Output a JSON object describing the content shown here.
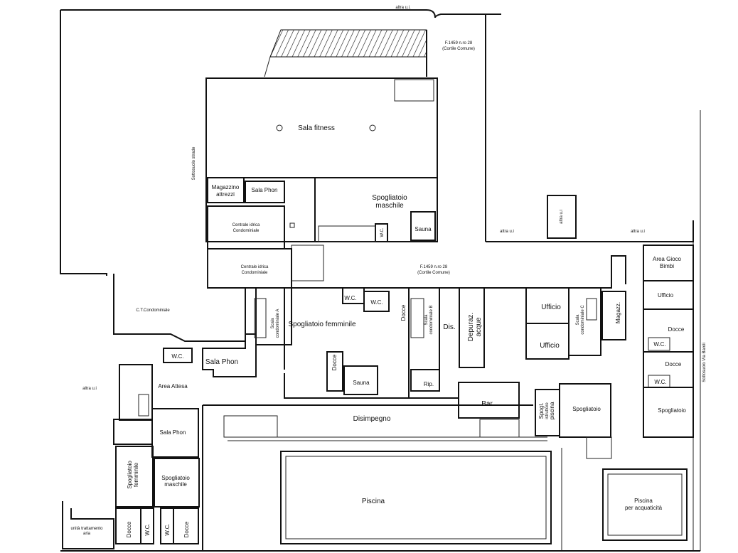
{
  "plan": {
    "labels": {
      "altra_top": "altra u.i.",
      "cortile_top_1": "F.1459 n.ro 28",
      "cortile_top_2": "(Cortile Comune)",
      "sala_fitness": "Sala fitness",
      "sottosuolo_strade": "Sottosuolo strade",
      "magazzino_1": "Magazzino",
      "magazzino_2": "attrezzi",
      "sala_phon_top": "Sala Phon",
      "spogliatoio_maschile_top_1": "Spogliatoio",
      "spogliatoio_maschile_top_2": "maschile",
      "sauna_top": "Sauna",
      "wc_top": "W.C.",
      "centrale_idrica_1a": "Centrale idrica",
      "centrale_idrica_1b": "Condominiale",
      "centrale_idrica_2a": "Centrale idrica",
      "centrale_idrica_2b": "Condominiale",
      "altra_mid_1": "altra u.i",
      "altra_mid_2": "altra u.i",
      "altra_mid_3": "altra u.i",
      "cortile_mid_1": "F.1459 n.ro 28",
      "cortile_mid_2": "(Cortile Comune)",
      "ct_condominiale": "C.T.Condominiale",
      "wc_a": "W.C.",
      "sala_phon_mid": "Sala Phon",
      "scala_a_1": "Scala",
      "scala_a_2": "condominiale A",
      "spogliatoio_femminile": "Spogliatoio femminile",
      "wc_b": "W.C.",
      "wc_c": "W.C.",
      "docce_a": "Docce",
      "scala_b_1": "Scala",
      "scala_b_2": "condominiale B",
      "dis": "Dis.",
      "depuraz_1": "Depuraz.",
      "depuraz_2": "acque",
      "docce_b": "Docce",
      "sauna_mid": "Sauna",
      "rip": "Rip.",
      "ufficio_1": "Ufficio",
      "ufficio_2": "Ufficio",
      "scala_c_1": "Scala",
      "scala_c_2": "condominiale C",
      "magazz": "Magazz.",
      "area_gioco_1": "Area Gioco",
      "area_gioco_2": "Bimbi",
      "ufficio_3": "Ufficio",
      "docce_c": "Docce",
      "wc_d": "W.C.",
      "docce_d": "Docce",
      "wc_e": "W.C.",
      "spogliatoio_r": "Spogliatoio",
      "spogliatoio_c": "Spogliatoio",
      "spogl_istr_1": "Spogl.",
      "spogl_istr_2": "istruttore",
      "spogl_istr_3": "piscina",
      "bar": "Bar",
      "disimpegno": "Disimpegno",
      "sottosuolo_via": "Sottosuolo Via Baroli",
      "area_attesa": "Area Attesa",
      "altra_left": "altra u.i",
      "sala_phon_low": "Sala Phon",
      "spogliatoio_fem_low_1": "Spogliatoio",
      "spogliatoio_fem_low_2": "femminile",
      "spogliatoio_mas_low_1": "Spogliatoio",
      "spogliatoio_mas_low_2": "maschile",
      "uta_1": "unità trattamento",
      "uta_2": "aria",
      "docce_e": "Docce",
      "wc_f": "W.C.",
      "wc_g": "W.C.",
      "docce_f": "Docce",
      "piscina": "Piscina",
      "piscina_acq_1": "Piscina",
      "piscina_acq_2": "per acquaticità"
    }
  }
}
